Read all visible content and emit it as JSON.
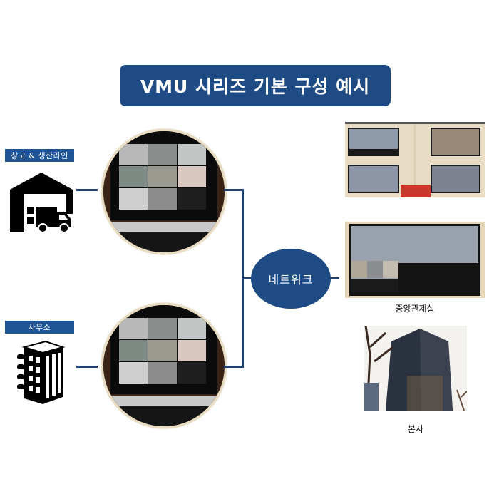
{
  "title": "VMU 시리즈 기본 구성 예시",
  "sources": [
    {
      "label": "창고 & 생산라인",
      "icon": "warehouse-truck-icon"
    },
    {
      "label": "사무소",
      "icon": "office-building-icon"
    }
  ],
  "network": {
    "label": "네트워크"
  },
  "destinations": [
    {
      "caption": "",
      "image": "video-wall-photo"
    },
    {
      "caption": "중앙관제실",
      "image": "control-room-monitor-photo"
    },
    {
      "caption": "본사",
      "image": "headquarters-building-photo"
    }
  ],
  "colors": {
    "primary": "#1f4b84",
    "label_bg": "#1f5597",
    "connector": "#1f4273",
    "circle_border": "#e8dcc2"
  }
}
